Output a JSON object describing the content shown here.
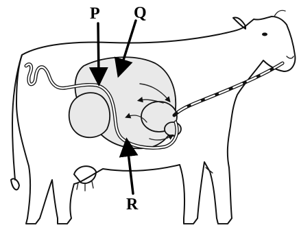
{
  "diagram": {
    "labels": {
      "p": "P",
      "q": "Q",
      "r": "R"
    }
  }
}
